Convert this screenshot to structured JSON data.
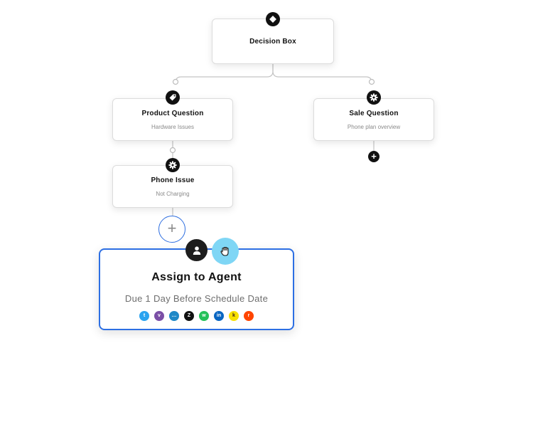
{
  "nodes": {
    "decision": {
      "title": "Decision Box",
      "icon": "diamond-icon"
    },
    "product": {
      "title": "Product Question",
      "subtitle": "Hardware Issues",
      "icon": "tag-icon"
    },
    "sale": {
      "title": "Sale Question",
      "subtitle": "Phone plan overview",
      "icon": "gear-icon"
    },
    "phone": {
      "title": "Phone Issue",
      "subtitle": "Not Charging",
      "icon": "gear-icon"
    }
  },
  "add_symbol": "+",
  "agent_card": {
    "title": "Assign to Agent",
    "subtitle": "Due 1 Day Before Schedule Date",
    "icon": "user-icon",
    "drag_icon": "hand-grab-icon",
    "channels": [
      {
        "name": "twitter",
        "color": "#2aa3ef",
        "glyph": "t"
      },
      {
        "name": "viber",
        "color": "#7b4fa6",
        "glyph": "v"
      },
      {
        "name": "sms",
        "color": "#1e88c7",
        "glyph": "…"
      },
      {
        "name": "zendesk",
        "color": "#111111",
        "glyph": "Z"
      },
      {
        "name": "whatsapp",
        "color": "#25c15a",
        "glyph": "w"
      },
      {
        "name": "linkedin",
        "color": "#0a66c2",
        "glyph": "in"
      },
      {
        "name": "kakaotalk",
        "color": "#f7e000",
        "glyph": "k"
      },
      {
        "name": "reddit",
        "color": "#ff4500",
        "glyph": "r"
      }
    ]
  },
  "colors": {
    "accent": "#2d6fe3",
    "drag_handle": "#7fd6f5",
    "wire": "#c8c8c8"
  }
}
